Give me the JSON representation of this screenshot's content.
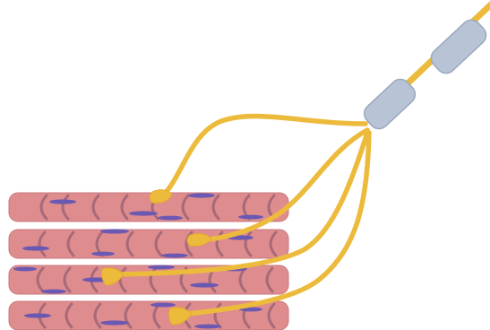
{
  "colors": {
    "background": "#ffffff",
    "fiber_fill": "#de8c8e",
    "fiber_stroke": "#c9797c",
    "striation": "#a86a78",
    "nucleus": "#6b58b2",
    "nerve": "#edbb3c",
    "nerve_dark": "#e3a92a",
    "myelin_fill": "#b8c4d6",
    "myelin_stroke": "#9aa8be"
  },
  "fibers": [
    {
      "name": "fiber-1",
      "nuclei": 5
    },
    {
      "name": "fiber-2",
      "nuclei": 5
    },
    {
      "name": "fiber-3",
      "nuclei": 6
    },
    {
      "name": "fiber-4",
      "nuclei": 5
    }
  ],
  "nerve": {
    "myelin_segments": 2,
    "branches": 4,
    "terminals": 4
  }
}
